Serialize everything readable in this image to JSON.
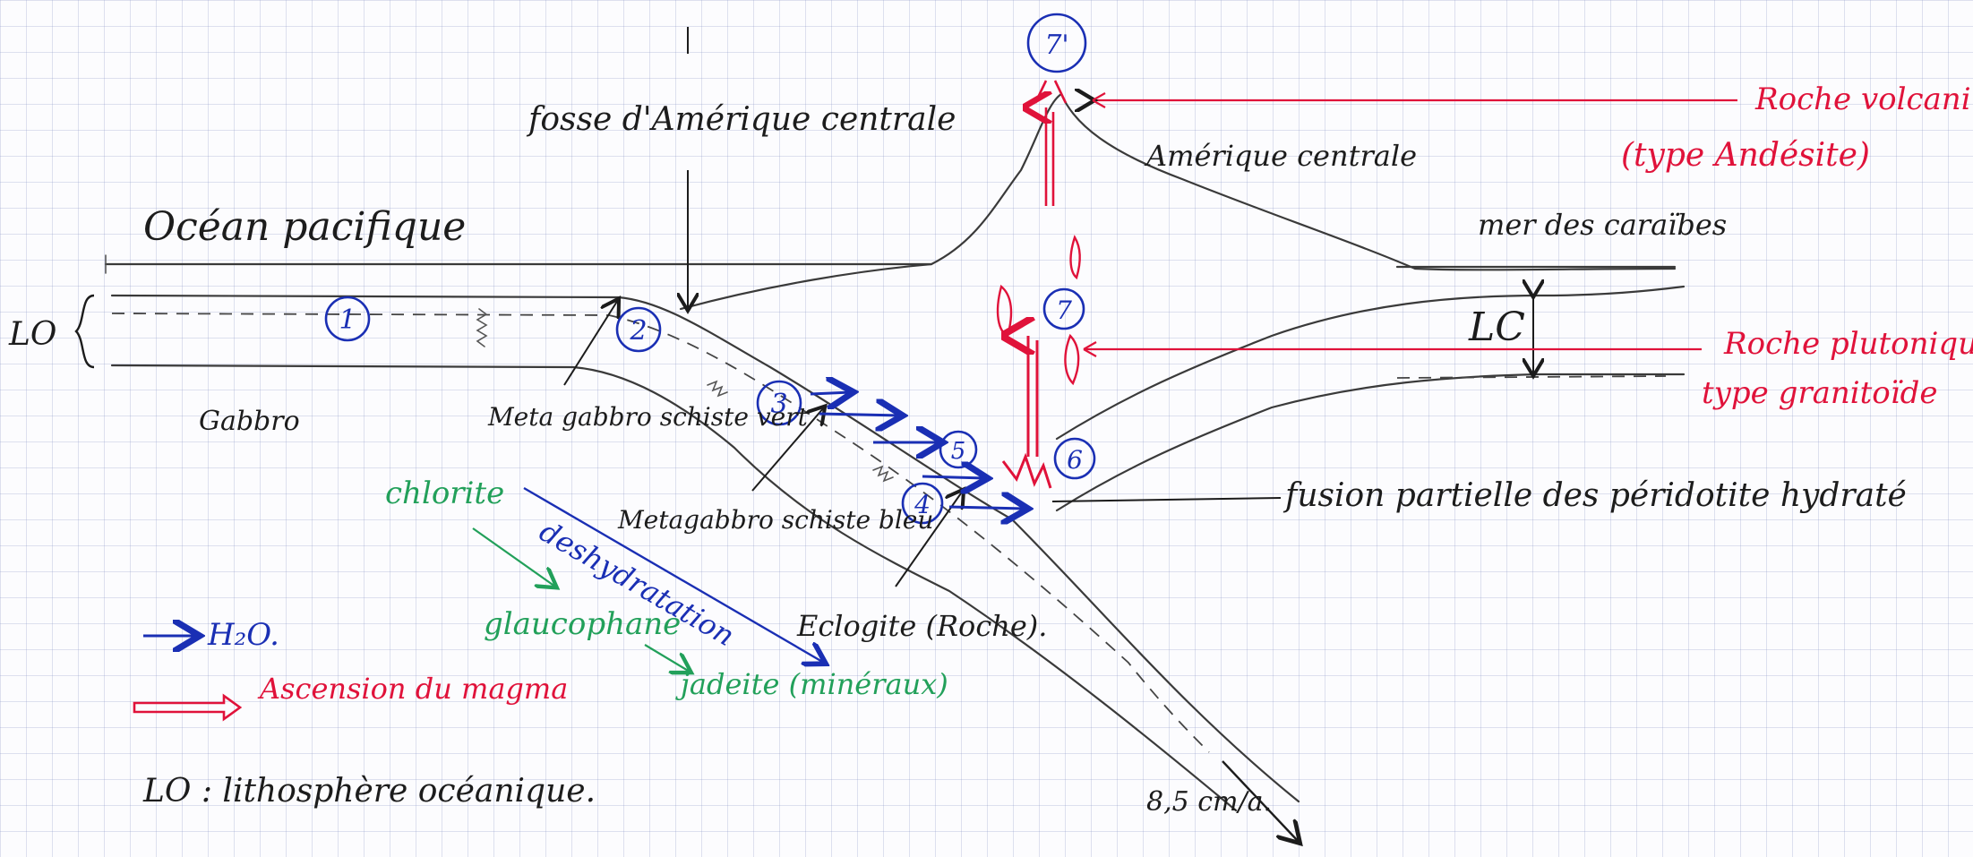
{
  "labels": {
    "ocean": "Océan pacifique",
    "fosse": "fosse d'Amérique centrale",
    "amerique": "Amérique centrale",
    "caraibes": "mer des caraïbes",
    "lo": "LO",
    "lc": "LC",
    "gabbro": "Gabbro",
    "metagabbro_vert": "Meta gabbro schiste vert",
    "metagabbro_bleu": "Metagabbro schiste bleu",
    "eclogite": "Eclogite (Roche).",
    "chlorite": "chlorite",
    "glaucophane": "glaucophane",
    "jadeite": "jadeite (minéraux)",
    "deshydratation": "deshydratation",
    "fusion": "fusion partielle des péridotite hydraté",
    "roche_volcanique": "Roche volcanique",
    "type_andesite": "(type Andésite)",
    "roche_plutonique": "Roche plutonique",
    "type_granitoide": "type granitoïde",
    "vitesse": "8,5 cm/a.",
    "legend_h2o": "H₂O.",
    "legend_magma": "Ascension du magma",
    "definition_lo": "LO : lithosphère océanique."
  },
  "markers": [
    "1",
    "2",
    "3",
    "4",
    "5",
    "6",
    "7",
    "7'"
  ],
  "colors": {
    "pencil": "#3a3a3a",
    "blue_ink": "#1a2fb4",
    "red_ink": "#e0123a",
    "green_ink": "#22a05a",
    "black_ink": "#1c1c1c"
  }
}
